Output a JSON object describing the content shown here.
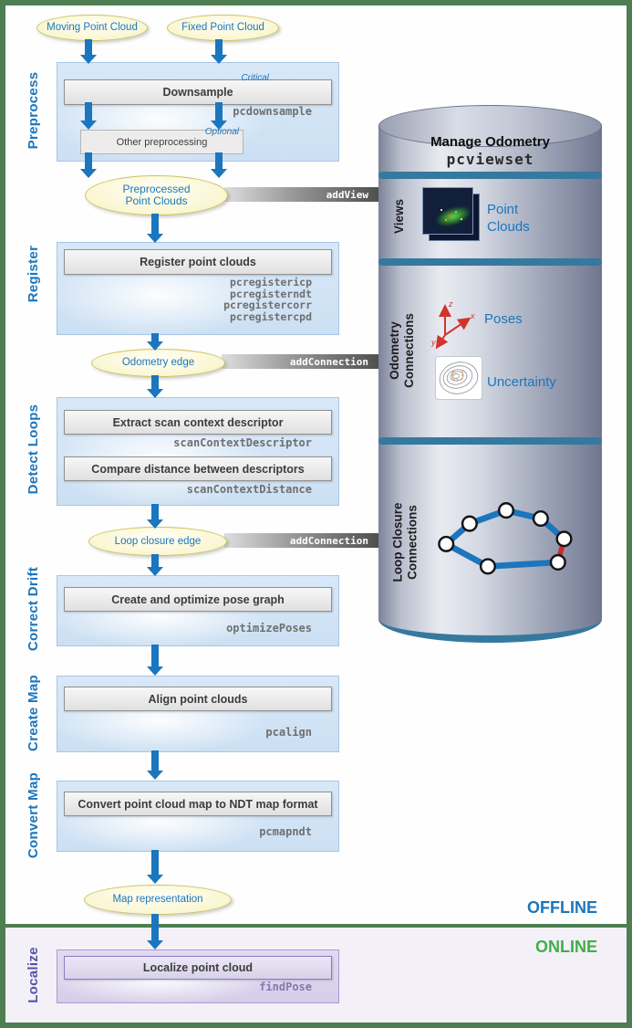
{
  "palette": {
    "frame_green": "#4e7e52",
    "arrow_blue": "#1b76bd",
    "offline_text_blue": "#1b76bd",
    "online_text_green": "#3fae49",
    "ellipse_yellow": "#f8f3c6",
    "band_teal": "#35799f",
    "loop_closure_red": "#cc2a22",
    "axes_red": "#d0342c"
  },
  "icons": {
    "views_thumbnail": "point-cloud-image",
    "poses": "xyz-axes-icon",
    "uncertainty": "contour-plot-icon",
    "loop_graph": "pose-graph-icon"
  },
  "inputs": {
    "moving_label": "Moving Point Cloud",
    "fixed_label": "Fixed Point Cloud"
  },
  "stages": {
    "preprocess": {
      "label": "Preprocess",
      "downsample": {
        "title": "Downsample",
        "tag": "Critical",
        "fn": "pcdownsample"
      },
      "other": {
        "title": "Other preprocessing",
        "tag": "Optional"
      },
      "output": "Preprocessed\nPoint Clouds"
    },
    "register": {
      "label": "Register",
      "title": "Register point clouds",
      "fns": [
        "pcregistericp",
        "pcregisterndt",
        "pcregistercorr",
        "pcregistercpd"
      ],
      "output": "Odometry edge"
    },
    "detect_loops": {
      "label": "Detect Loops",
      "extract": {
        "title": "Extract scan context descriptor",
        "fn": "scanContextDescriptor"
      },
      "compare": {
        "title": "Compare distance between descriptors",
        "fn": "scanContextDistance"
      },
      "output": "Loop closure edge"
    },
    "correct_drift": {
      "label": "Correct Drift",
      "title": "Create and optimize pose graph",
      "fn": "optimizePoses"
    },
    "create_map": {
      "label": "Create Map",
      "title": "Align point clouds",
      "fn": "pcalign"
    },
    "convert_map": {
      "label": "Convert Map",
      "title": "Convert point cloud map to NDT map format",
      "fn": "pcmapndt",
      "output": "Map representation"
    },
    "localize": {
      "label": "Localize",
      "title": "Localize point cloud",
      "fn": "findPose"
    }
  },
  "connectors": {
    "add_view": "addView",
    "add_connection_odometry": "addConnection",
    "add_connection_loop": "addConnection"
  },
  "viewset": {
    "title": "Manage Odometry",
    "name": "pcviewset",
    "views": {
      "label": "Views",
      "item": "Point\nClouds"
    },
    "odometry": {
      "label": "Odometry\nConnections",
      "poses": "Poses",
      "uncertainty": "Uncertainty",
      "axes": {
        "x": "x",
        "y": "y",
        "z": "z"
      }
    },
    "loop_closure": {
      "label": "Loop Closure\nConnections"
    }
  },
  "modes": {
    "offline": "OFFLINE",
    "online": "ONLINE"
  }
}
